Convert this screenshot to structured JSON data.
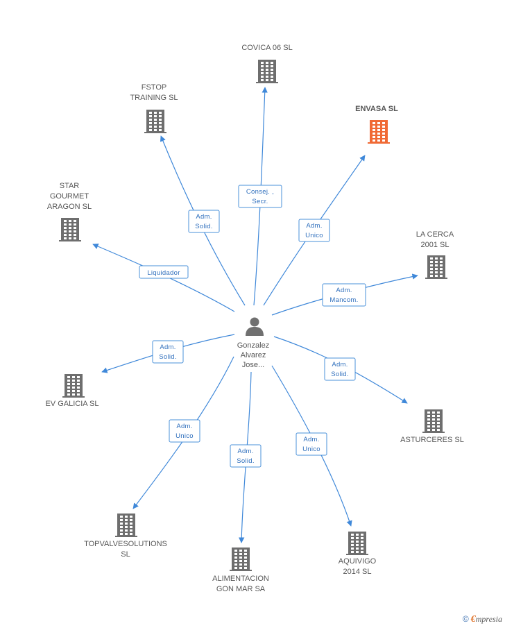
{
  "center": {
    "name_lines": [
      "Gonzalez",
      "Alvarez",
      "Jose..."
    ]
  },
  "companies": [
    {
      "id": "covica",
      "lines": [
        "COVICA 06 SL"
      ],
      "role_lines": [
        "Consej. ,",
        "Secr."
      ],
      "highlight": false
    },
    {
      "id": "envasa",
      "lines": [
        "ENVASA SL"
      ],
      "role_lines": [
        "Adm.",
        "Unico"
      ],
      "highlight": true
    },
    {
      "id": "fstop",
      "lines": [
        "FSTOP",
        "TRAINING SL"
      ],
      "role_lines": [
        "Adm.",
        "Solid."
      ],
      "highlight": false
    },
    {
      "id": "star",
      "lines": [
        "STAR",
        "GOURMET",
        "ARAGON SL"
      ],
      "role_lines": [
        "Liquidador"
      ],
      "highlight": false
    },
    {
      "id": "lacerca",
      "lines": [
        "LA CERCA",
        "2001 SL"
      ],
      "role_lines": [
        "Adm.",
        "Mancom."
      ],
      "highlight": false
    },
    {
      "id": "evgalicia",
      "lines": [
        "EV GALICIA  SL"
      ],
      "role_lines": [
        "Adm.",
        "Solid."
      ],
      "highlight": false
    },
    {
      "id": "asturceres",
      "lines": [
        "ASTURCERES SL"
      ],
      "role_lines": [
        "Adm.",
        "Solid."
      ],
      "highlight": false
    },
    {
      "id": "topvalve",
      "lines": [
        "TOPVALVESOLUTIONS",
        "SL"
      ],
      "role_lines": [
        "Adm.",
        "Unico"
      ],
      "highlight": false
    },
    {
      "id": "alimentacion",
      "lines": [
        "ALIMENTACION",
        "GON MAR SA"
      ],
      "role_lines": [
        "Adm.",
        "Solid."
      ],
      "highlight": false
    },
    {
      "id": "aquivigo",
      "lines": [
        "AQUIVIGO",
        "2014  SL"
      ],
      "role_lines": [
        "Adm.",
        "Unico"
      ],
      "highlight": false
    }
  ],
  "colors": {
    "edge": "#3f88d9",
    "building": "#6e6e6e",
    "building_highlight": "#f06a35",
    "role_text": "#2f6fbd"
  },
  "footer": {
    "copyright": "©",
    "brand_initial": "€",
    "brand_rest": "mpresia"
  }
}
